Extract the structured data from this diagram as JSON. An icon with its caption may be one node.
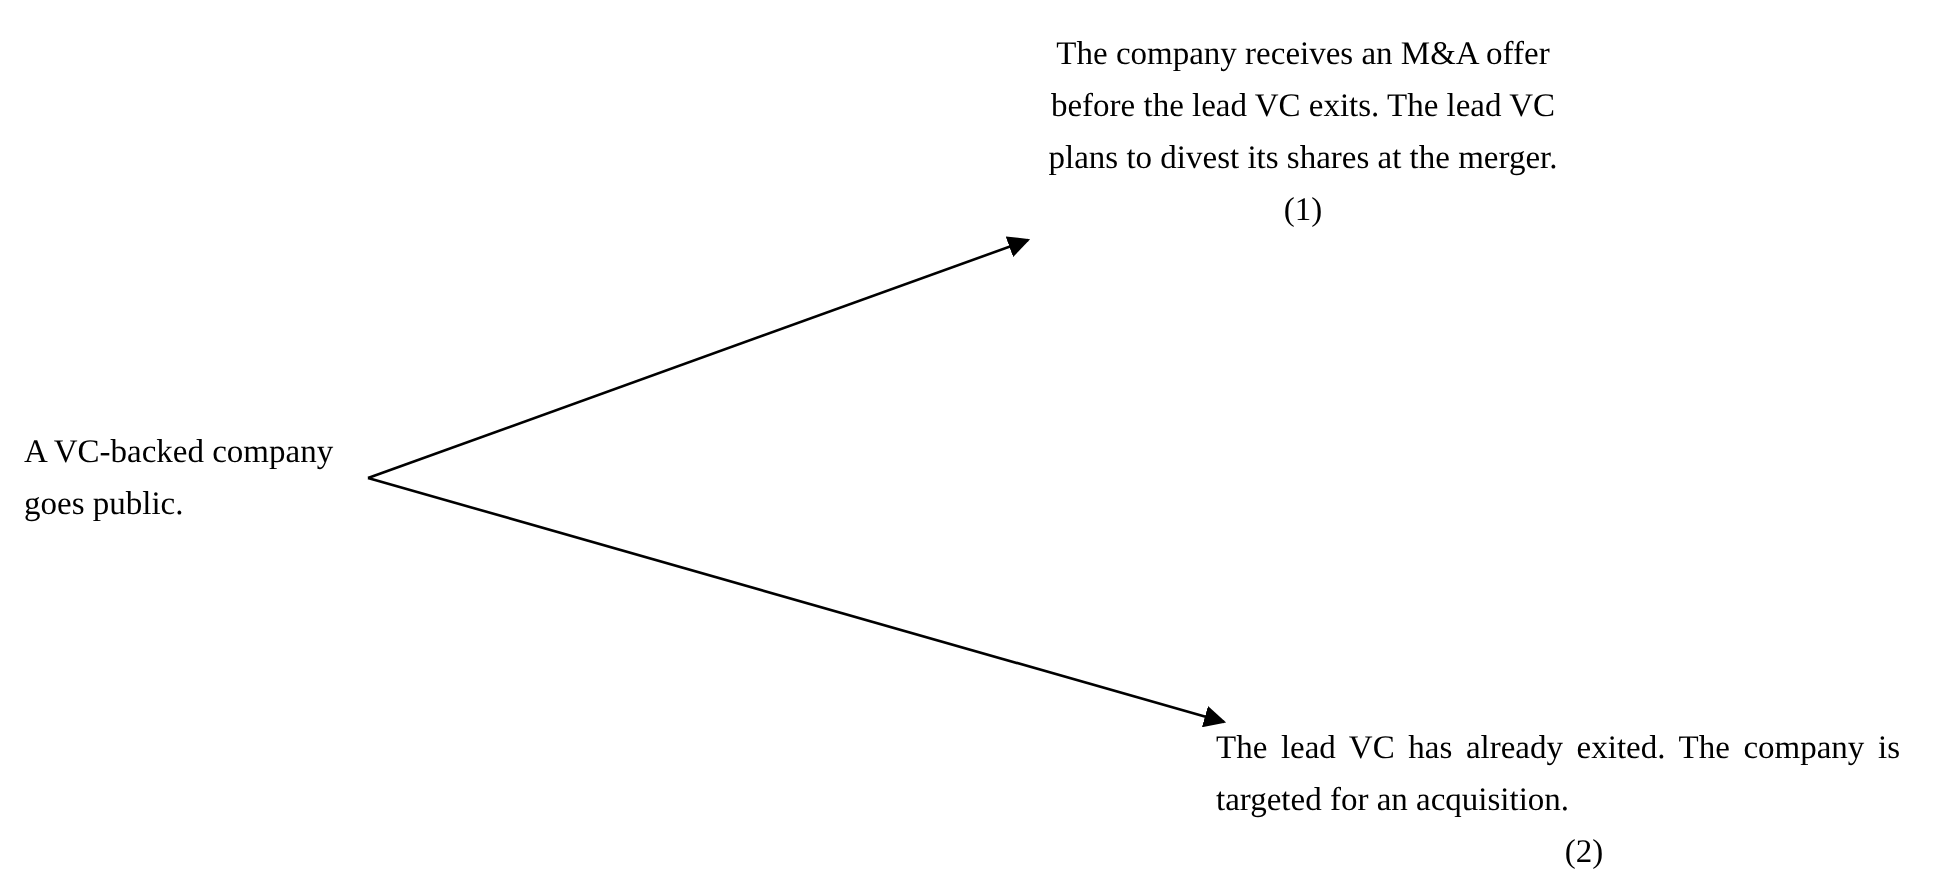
{
  "diagram": {
    "nodes": [
      {
        "text": [
          "A VC-backed company goes public."
        ]
      },
      {
        "text": [
          "The company receives an M&A offer before the lead VC exits. The lead VC plans to divest its shares at the merger.",
          "(1)"
        ]
      },
      {
        "text": [
          "The lead VC has already exited. The company is targeted for an acquisition.",
          "(2)"
        ]
      }
    ],
    "edges": [
      {
        "from": 0,
        "to": 1,
        "arrow": "to"
      },
      {
        "from": 0,
        "to": 2,
        "arrow": "to"
      }
    ]
  }
}
